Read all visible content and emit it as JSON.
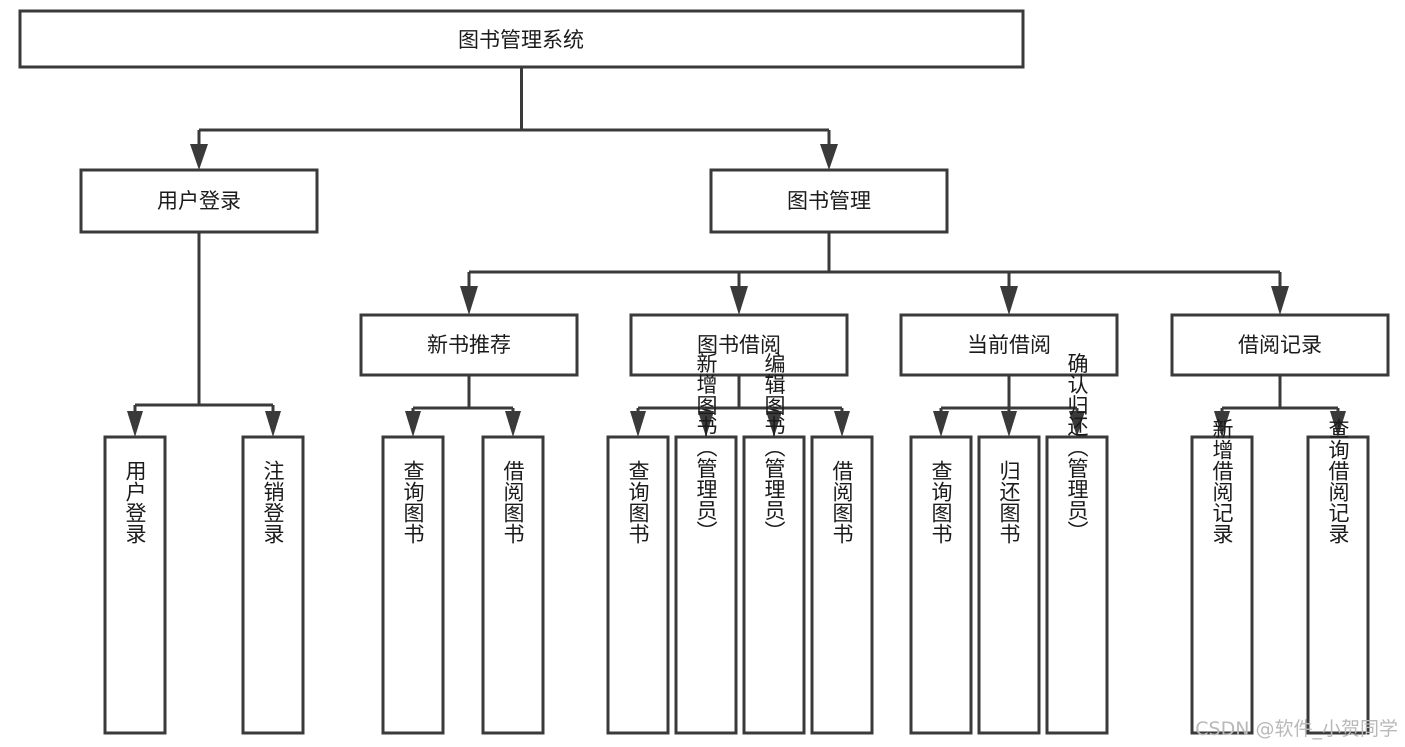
{
  "diagram": {
    "title": "图书管理系统",
    "type": "tree-hierarchy-diagram",
    "colors": {
      "box_stroke": "#3a3a3a",
      "box_fill": "#ffffff",
      "text": "#1b1b1b",
      "connector": "#3a3a3a",
      "watermark": "#b9b9b9",
      "background": "#ffffff"
    },
    "root": {
      "label": "图书管理系统"
    },
    "level2": [
      {
        "label": "用户登录"
      },
      {
        "label": "图书管理"
      }
    ],
    "level3": [
      {
        "label": "新书推荐"
      },
      {
        "label": "图书借阅"
      },
      {
        "label": "当前借阅"
      },
      {
        "label": "借阅记录"
      }
    ],
    "leaves_user_login": [
      {
        "label": "用户登录"
      },
      {
        "label": "注销登录"
      }
    ],
    "leaves_new_book": [
      {
        "label": "查询图书"
      },
      {
        "label": "借阅图书"
      }
    ],
    "leaves_book_borrow": [
      {
        "label": "查询图书"
      },
      {
        "label": "新增图书（管理员）"
      },
      {
        "label": "编辑图书（管理员）"
      },
      {
        "label": "借阅图书"
      }
    ],
    "leaves_current_borrow": [
      {
        "label": "查询图书"
      },
      {
        "label": "归还图书"
      },
      {
        "label": "确认归还（管理员）"
      }
    ],
    "leaves_borrow_record": [
      {
        "label": "新增借阅记录"
      },
      {
        "label": "查询借阅记录"
      }
    ]
  },
  "watermark": {
    "text": "CSDN @软件_小贺同学"
  }
}
